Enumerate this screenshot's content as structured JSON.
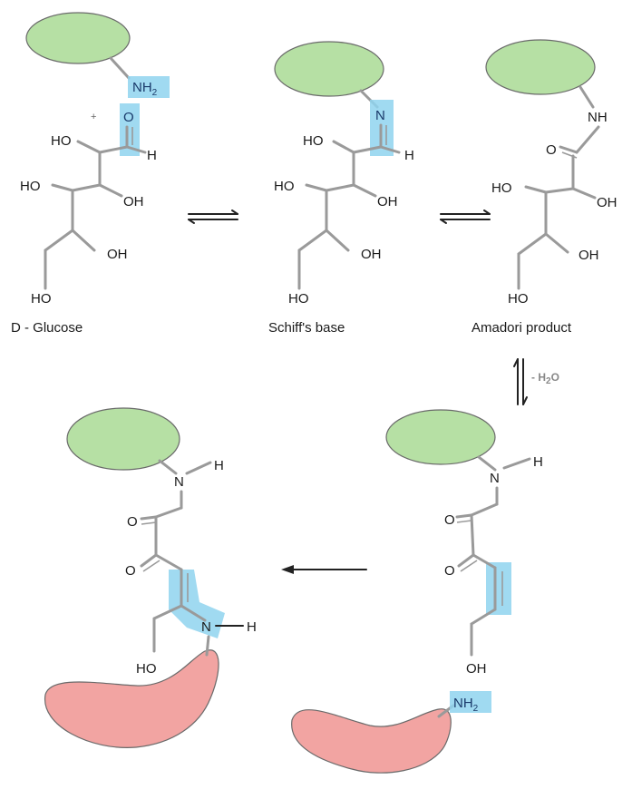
{
  "atoms": {
    "nh2": "NH",
    "nh2_sub": "2",
    "o": "O",
    "h": "H",
    "ho": "HO",
    "oh": "OH",
    "n": "N",
    "nh": "NH",
    "plus": "+"
  },
  "labels": {
    "glucose": "D - Glucose",
    "schiff": "Schiff's base",
    "amadori": "Amadori product"
  },
  "water_loss": {
    "prefix": "- H",
    "sub": "2",
    "suffix": "O"
  },
  "colors": {
    "protein_green": "#b6e0a4",
    "protein_red": "#f2a4a2",
    "highlight": "#8fd3ee"
  }
}
